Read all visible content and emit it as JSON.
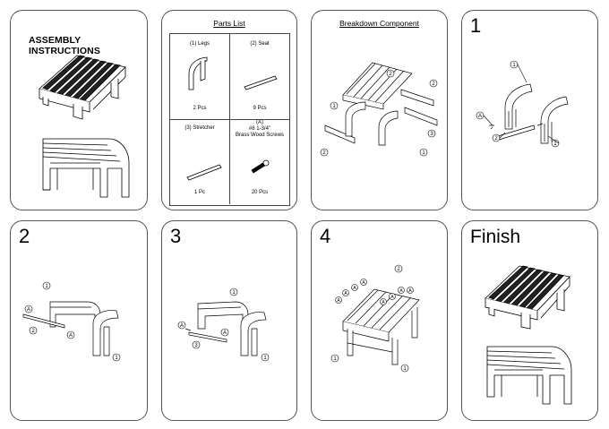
{
  "panels": {
    "p1": {
      "title": "ASSEMBLY INSTRUCTIONS"
    },
    "p2": {
      "title": "Parts List",
      "parts": [
        {
          "name": "(1) Legs",
          "qty": "2 Pcs"
        },
        {
          "name": "(2) Seat",
          "qty": "9 Pcs"
        },
        {
          "name": "(3) Stretcher",
          "qty": "1 Pc"
        },
        {
          "name_line1": "(A)",
          "name_line2": "#8 1-3/4\"",
          "name_line3": "Brass Wood Screws",
          "qty": "20 Pcs"
        }
      ]
    },
    "p3": {
      "title": "Breakdown Component"
    },
    "p4": {
      "step": "1"
    },
    "p5": {
      "step": "2"
    },
    "p6": {
      "step": "3"
    },
    "p7": {
      "step": "4"
    },
    "p8": {
      "title": "Finish"
    }
  },
  "callouts": {
    "one": "1",
    "two": "2",
    "three": "3",
    "a": "A"
  },
  "colors": {
    "border": "#555555",
    "ink": "#000000",
    "slat_dark": "#222222"
  }
}
